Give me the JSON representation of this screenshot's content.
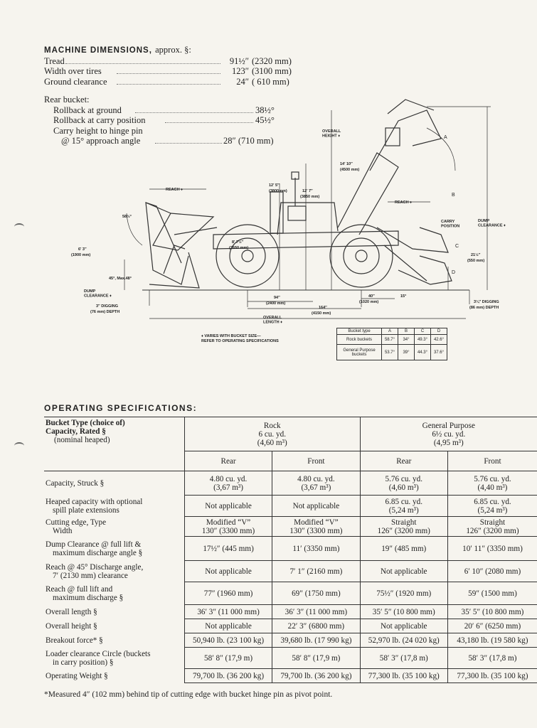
{
  "machine_dimensions": {
    "heading": "MACHINE DIMENSIONS,",
    "approx": "approx. §:",
    "rows": [
      {
        "label": "Tread",
        "v1": "91½″",
        "v2": "(2320 mm)"
      },
      {
        "label": "Width over tires",
        "v1": "123″",
        "v2": "(3100 mm)"
      },
      {
        "label": "Ground clearance",
        "v1": "24″",
        "v2": "( 610 mm)"
      }
    ],
    "rear_bucket": "Rear bucket:",
    "rollback_ground_label": "Rollback at ground",
    "rollback_ground_value": "38½°",
    "rollback_carry_label": "Rollback at carry position",
    "rollback_carry_value": "45½°",
    "carry_height_label_1": "Carry height to hinge pin",
    "carry_height_label_2": "@ 15° approach angle",
    "carry_height_value": "28″ (710 mm)"
  },
  "diagram": {
    "overall_height": "OVERALL\nHEIGHT ♦",
    "h_14_10": "14′ 10″",
    "h_4500": "(4500 mm)",
    "h_12_5": "12′ 5″",
    "h_3800": "(3800mm)",
    "h_12_7": "12′ 7″",
    "h_3850": "(3850 mm)",
    "reach_left": "REACH ♦",
    "reach_right": "REACH ♦",
    "a": "A",
    "b": "B",
    "c": "C",
    "d": "D",
    "carry_position": "CARRY\nPOSITION",
    "dump_clearance_r": "DUMP\nCLEARANCE ♦",
    "deg_58": "58½°",
    "h_6_3": "6′ 3″",
    "h_1900": "(1900 mm)",
    "h_8_7": "8′ 7½″",
    "h_2650": "(2650 mm)",
    "h_21": "21½″",
    "h_550": "(550 mm)",
    "deg_45": "45°, Max.48°",
    "dump_clearance_l": "DUMP\nCLEARANCE ♦",
    "d3": "3″  DIGGING",
    "d76": "(76 mm) DEPTH",
    "w94": "94″",
    "w2400": "(2400 mm)",
    "w164": "164″",
    "w4150": "(4150 mm)",
    "w40": "40″",
    "w1020": "(1020 mm)",
    "deg15": "15°",
    "d3_4": "3¼″  DIGGING",
    "d86": "(86 mm) DEPTH",
    "overall_length": "OVERALL\nLENGTH ♦",
    "varies_1": "♦ VARIES WITH BUCKET SIZE—",
    "varies_2": "REFER TO OPERATING SPECIFICATIONS"
  },
  "bucket_table": {
    "headers": [
      "Bucket type",
      "A",
      "B",
      "C",
      "D"
    ],
    "rows": [
      [
        "Rock buckets",
        "58.7°",
        "34°",
        "49.3°",
        "42.6°"
      ],
      [
        "General Purpose buckets",
        "53.7°",
        "39°",
        "44.3°",
        "37.6°"
      ]
    ]
  },
  "operating_specs": {
    "heading": "OPERATING SPECIFICATIONS:",
    "bucket_type_1": "Bucket Type (choice of)",
    "bucket_type_2": "Capacity, Rated §",
    "bucket_type_3": "(nominal heaped)",
    "rock_1": "Rock",
    "rock_2": "6 cu. yd.",
    "rock_3": "(4,60 m³)",
    "gp_1": "General Purpose",
    "gp_2": "6½ cu. yd.",
    "gp_3": "(4,95 m³)",
    "rear": "Rear",
    "front": "Front",
    "rows": [
      {
        "label": [
          "Capacity, Struck §"
        ],
        "vals": [
          "4.80 cu. yd.\n(3,67 m³)",
          "4.80 cu. yd.\n(3,67 m³)",
          "5.76 cu. yd.\n(4,60 m³)",
          "5.76 cu. yd.\n(4,40 m³)"
        ],
        "h": 34
      },
      {
        "label": [
          "Heaped capacity with optional",
          "spill plate extensions"
        ],
        "vals": [
          "Not applicable",
          "Not applicable",
          "6.85 cu. yd.\n(5,24 m³)",
          "6.85 cu. yd.\n(5,24 m³)"
        ],
        "h": 30
      },
      {
        "label": [
          "Cutting edge, Type",
          "Width"
        ],
        "vals": [
          "Modified “V”\n130″ (3300 mm)",
          "Modified “V”\n130″ (3300 mm)",
          "Straight\n126″ (3200 mm)",
          "Straight\n126″ (3200 mm)"
        ],
        "h": 28
      },
      {
        "label": [
          "Dump Clearance @ full lift &",
          "maximum discharge angle §"
        ],
        "vals": [
          "17½″ (445 mm)",
          "11′ (3350 mm)",
          "19″ (485 mm)",
          "10′ 11″ (3350 mm)"
        ],
        "h": 34
      },
      {
        "label": [
          "Reach @ 45° Discharge angle,",
          "7′ (2130 mm) clearance"
        ],
        "vals": [
          "Not applicable",
          "7′ 1″ (2160 mm)",
          "Not applicable",
          "6′ 10″ (2080 mm)"
        ],
        "h": 30
      },
      {
        "label": [
          "Reach @ full lift and",
          "maximum discharge §"
        ],
        "vals": [
          "77″ (1960 mm)",
          "69″ (1750 mm)",
          "75½″ (1920 mm)",
          "59″ (1500 mm)"
        ],
        "h": 32
      },
      {
        "label": [
          "Overall length §"
        ],
        "vals": [
          "36′ 3″ (11 000 mm)",
          "36′ 3″ (11 000 mm)",
          "35′ 5″ (10 800 mm)",
          "35′ 5″ (10 800 mm)"
        ],
        "h": 20
      },
      {
        "label": [
          "Overall height §"
        ],
        "vals": [
          "Not applicable",
          "22′ 3″ (6800 mm)",
          "Not applicable",
          "20′ 6″ (6250 mm)"
        ],
        "h": 20
      },
      {
        "label": [
          "Breakout force* §"
        ],
        "vals": [
          "50,940 lb. (23 100 kg)",
          "39,680 lb. (17 990 kg)",
          "52,970 lb. (24 020 kg)",
          "43,180 lb. (19 580 kg)"
        ],
        "h": 20
      },
      {
        "label": [
          "Loader clearance Circle (buckets",
          "in carry position) §"
        ],
        "vals": [
          "58′ 8″ (17,9 m)",
          "58′ 8″ (17,9 m)",
          "58′ 3″ (17,8 m)",
          "58′ 3″ (17,8 m)"
        ],
        "h": 30
      },
      {
        "label": [
          "Operating Weight §"
        ],
        "vals": [
          "79,700 lb. (36 200 kg)",
          "79,700 lb. (36 200 kg)",
          "77,300 lb. (35 100 kg)",
          "77,300 lb. (35 100 kg)"
        ],
        "h": 20
      }
    ]
  },
  "footnote": "*Measured 4″ (102 mm) behind tip of cutting edge with bucket hinge pin as pivot point."
}
